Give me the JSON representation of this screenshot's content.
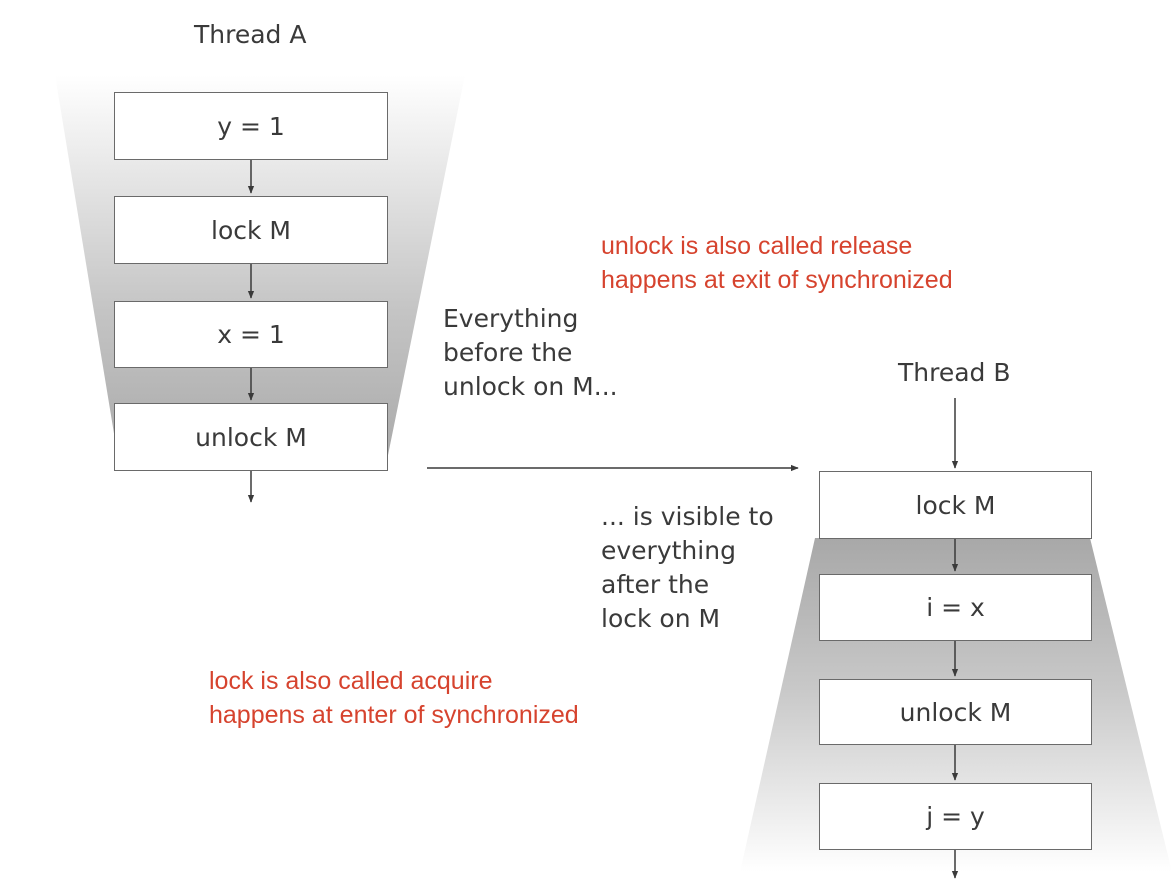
{
  "colors": {
    "annotation": "#d6432e",
    "box_border": "#6a6a6a",
    "text": "#3a3a3a",
    "shade_dark": "#b8b8b8",
    "shade_light": "#ffffff"
  },
  "thread_a": {
    "title": "Thread A",
    "steps": [
      "y = 1",
      "lock M",
      "x = 1",
      "unlock M"
    ]
  },
  "thread_b": {
    "title": "Thread B",
    "steps": [
      "lock M",
      "i = x",
      "unlock M",
      "j = y"
    ]
  },
  "captions": {
    "before": [
      "Everything",
      "before the",
      "unlock on M..."
    ],
    "after": [
      "... is visible to",
      "everything",
      "after the",
      "lock on M"
    ]
  },
  "notes": {
    "release": [
      "unlock is also called release",
      "happens at exit of synchronized"
    ],
    "acquire": [
      "lock is also called acquire",
      "happens at enter of synchronized"
    ]
  }
}
